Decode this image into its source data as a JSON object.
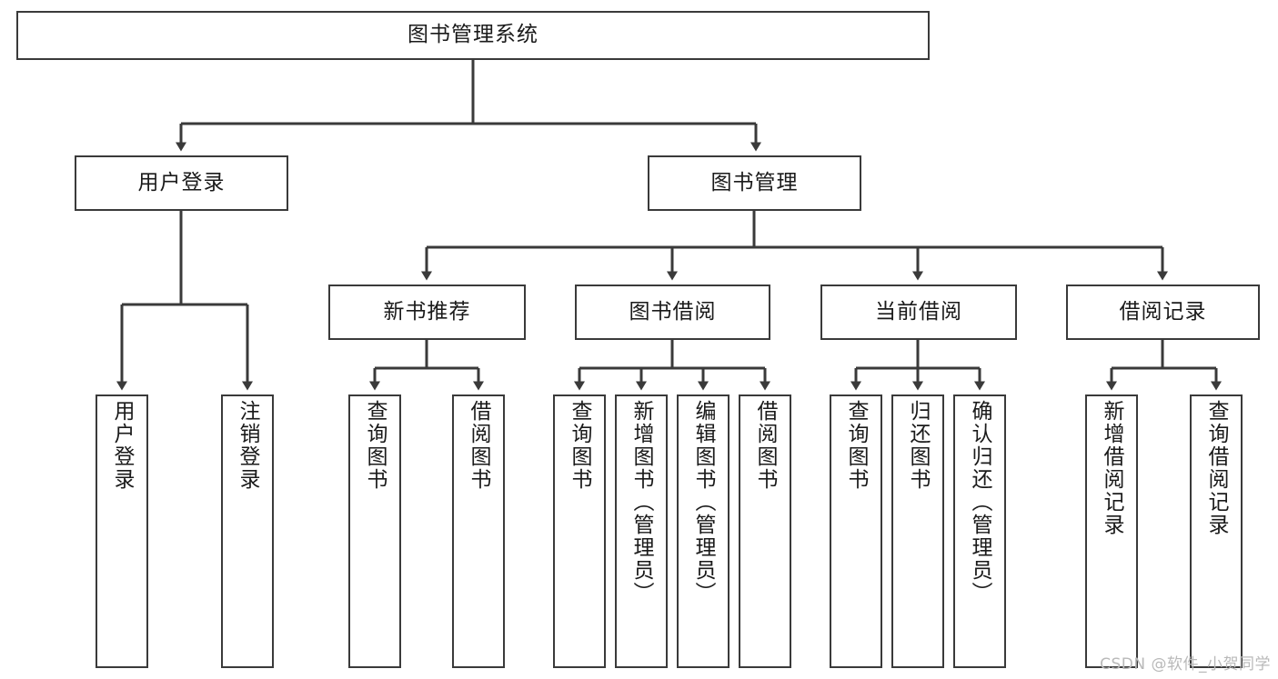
{
  "diagram": {
    "type": "tree",
    "title": "图书管理系统",
    "orientation": "top-down",
    "colors": {
      "box_border": "#3a3a3a",
      "box_fill": "#ffffff",
      "line": "#3a3a3a",
      "text": "#1a1a1a",
      "watermark": "#b9b9b9",
      "background": "#ffffff"
    },
    "levels": {
      "root": "图书管理系统",
      "level2": [
        "用户登录",
        "图书管理"
      ],
      "level3": [
        "新书推荐",
        "图书借阅",
        "当前借阅",
        "借阅记录"
      ]
    }
  },
  "nodes": {
    "root": {
      "label": "图书管理系统"
    },
    "user_login": {
      "label": "用户登录"
    },
    "book_manage": {
      "label": "图书管理"
    },
    "new_book_rec": {
      "label": "新书推荐"
    },
    "book_borrow": {
      "label": "图书借阅"
    },
    "current_borrow": {
      "label": "当前借阅"
    },
    "borrow_record": {
      "label": "借阅记录"
    },
    "leaves": {
      "user_login": [
        {
          "label": "用户登录"
        },
        {
          "label": "注销登录"
        }
      ],
      "new_book_rec": [
        {
          "label": "查询图书"
        },
        {
          "label": "借阅图书"
        }
      ],
      "book_borrow": [
        {
          "label": "查询图书"
        },
        {
          "label": "新增图书（管理员）"
        },
        {
          "label": "编辑图书（管理员）"
        },
        {
          "label": "借阅图书"
        }
      ],
      "current_borrow": [
        {
          "label": "查询图书"
        },
        {
          "label": "归还图书"
        },
        {
          "label": "确认归还（管理员）"
        }
      ],
      "borrow_record": [
        {
          "label": "新增借阅记录"
        },
        {
          "label": "查询借阅记录"
        }
      ]
    }
  },
  "watermark": {
    "text": "CSDN @软件_小贺同学"
  }
}
